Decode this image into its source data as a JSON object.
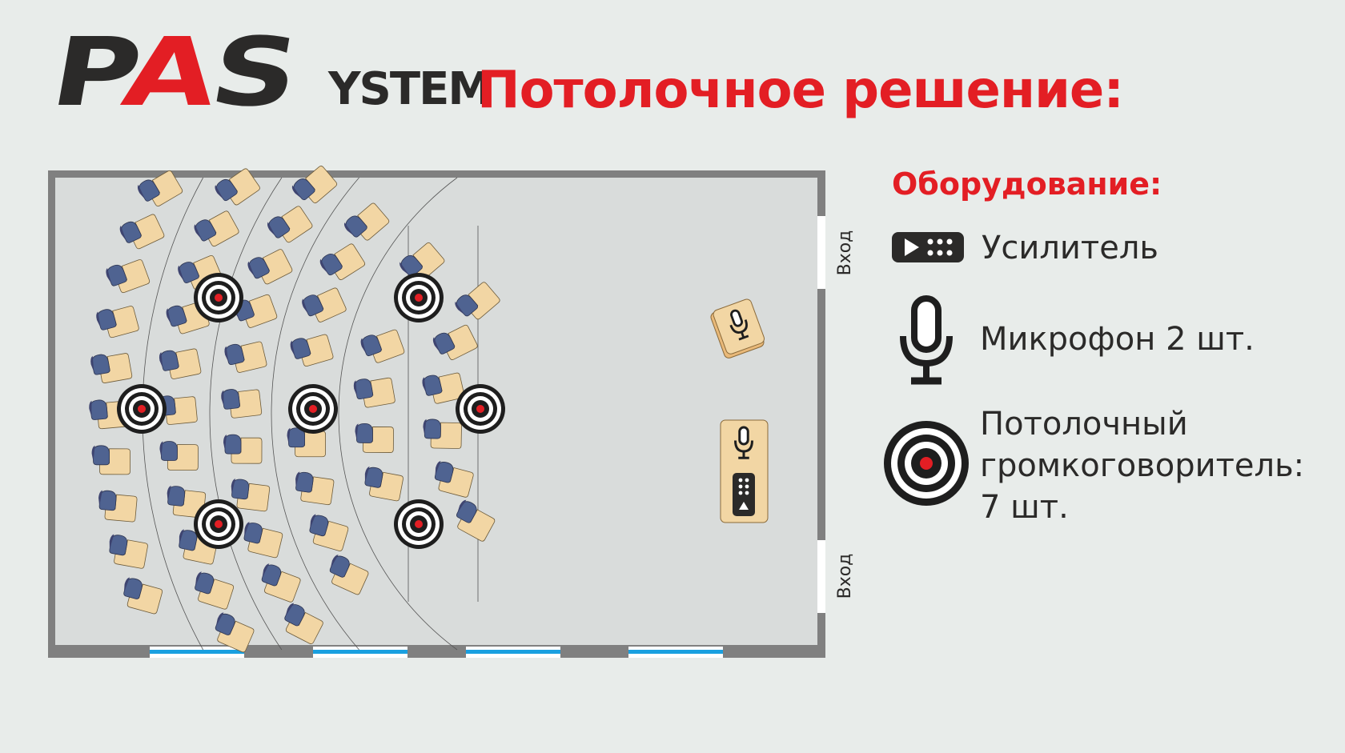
{
  "logo": {
    "big": "PAS",
    "small": "YSTEM",
    "full": "PASystem"
  },
  "title": "Потолочное решение:",
  "equipment": {
    "heading": "Оборудование:",
    "items": [
      {
        "icon": "amplifier-icon",
        "label": "Усилитель"
      },
      {
        "icon": "microphone-icon",
        "label": "Микрофон 2 шт."
      },
      {
        "icon": "ceiling-speaker-icon",
        "lines": [
          "Потолочный",
          "громкоговоритель:",
          "7 шт."
        ]
      }
    ]
  },
  "plan": {
    "entrance_top": "Вход",
    "entrance_bottom": "Вход",
    "speaker_count": 7
  },
  "colors": {
    "accent": "#e31e24",
    "dark": "#2b2a29",
    "seat_back": "#4f6391",
    "seat": "#f2d6a4",
    "window": "#1aa0e0",
    "wall": "#808080",
    "floor": "#d9dcdb"
  }
}
